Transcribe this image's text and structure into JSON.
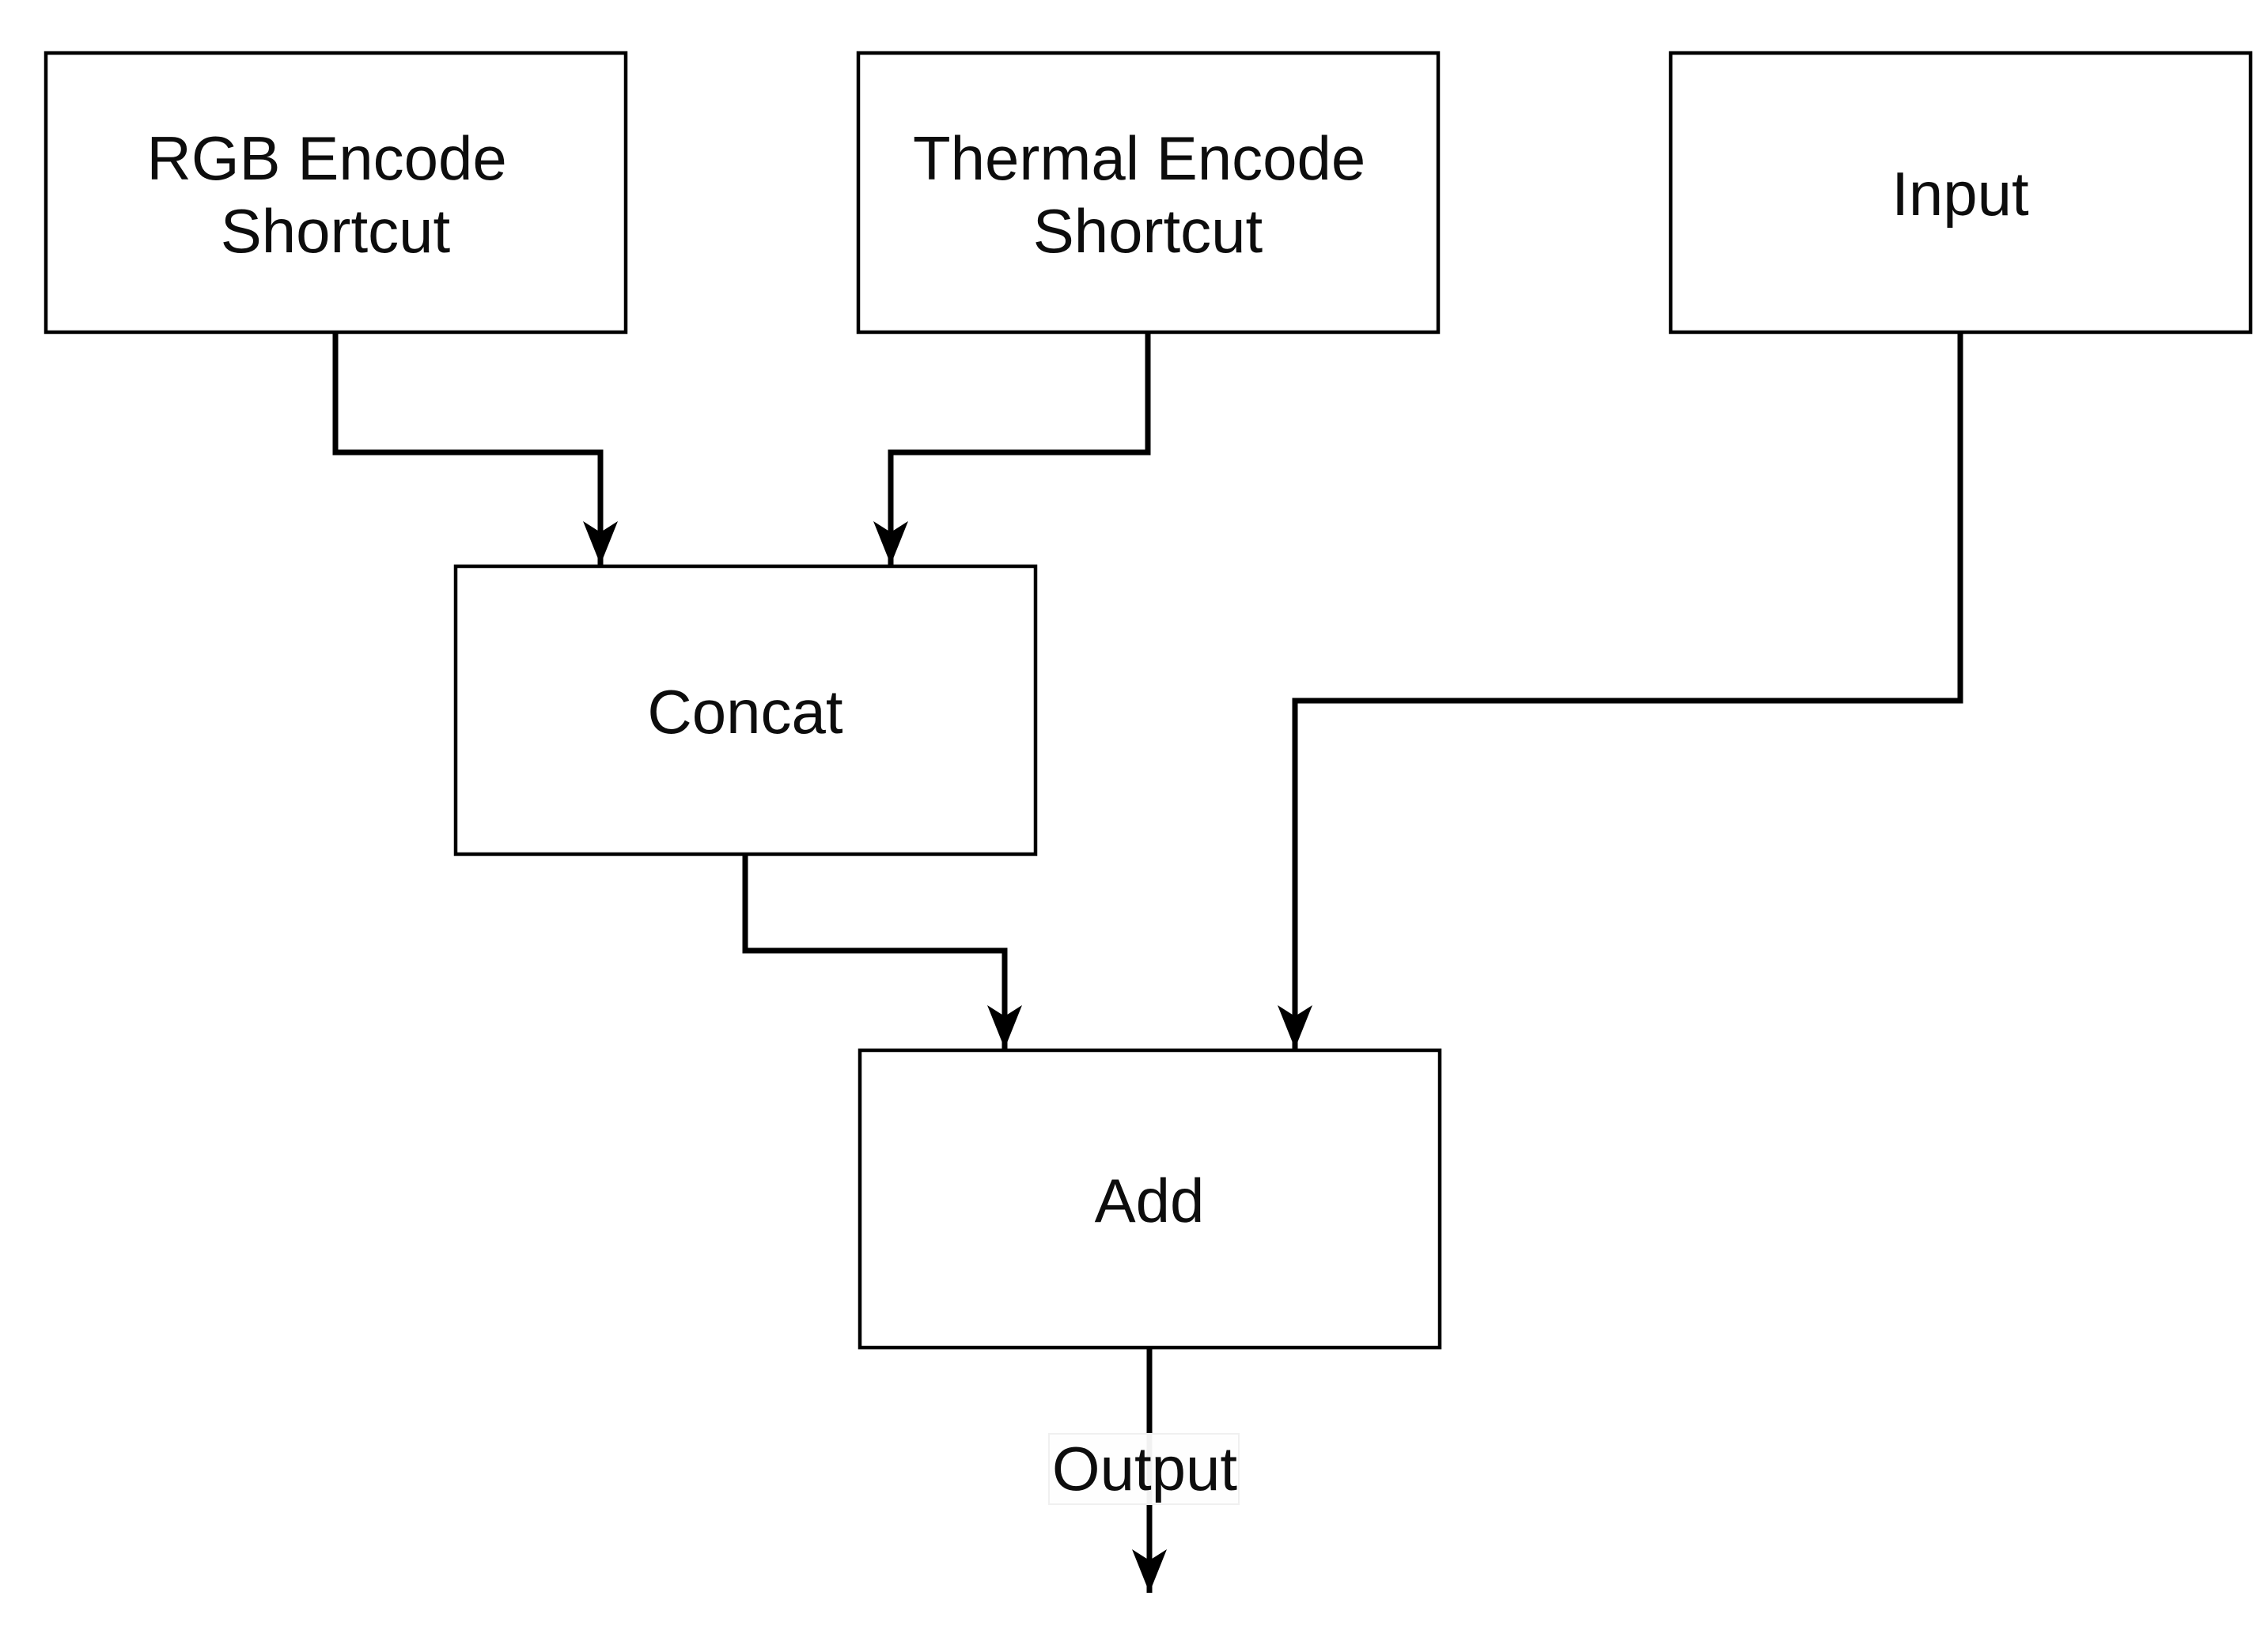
{
  "diagram": {
    "type": "flowchart",
    "direction": "top-down",
    "background_color": "#ffffff",
    "node_fill_color": "#ffffff",
    "node_border_color": "#000000",
    "edge_color": "#000000",
    "text_color": "#0d0d0d",
    "nodes": [
      {
        "id": "rgb",
        "label": "RGB Encode Shortcut"
      },
      {
        "id": "thermal",
        "label": "Thermal Encode Shortcut"
      },
      {
        "id": "input",
        "label": "Input"
      },
      {
        "id": "concat",
        "label": "Concat"
      },
      {
        "id": "add",
        "label": "Add"
      }
    ],
    "edges": [
      {
        "from": "RGB Encode Shortcut",
        "to": "Concat",
        "label": ""
      },
      {
        "from": "Thermal Encode Shortcut",
        "to": "Concat",
        "label": ""
      },
      {
        "from": "Concat",
        "to": "Add",
        "label": ""
      },
      {
        "from": "Input",
        "to": "Add",
        "label": ""
      },
      {
        "from": "Add",
        "to": "(out)",
        "label": "Output"
      }
    ]
  },
  "nodes": {
    "rgb": {
      "line1": "RGB Encode",
      "line2": "Shortcut"
    },
    "thermal": {
      "line1": "Thermal Encode",
      "line2": "Shortcut"
    },
    "input": {
      "line1": "Input"
    },
    "concat": {
      "line1": "Concat"
    },
    "add": {
      "line1": "Add"
    }
  },
  "edge_label": {
    "output": "Output"
  }
}
